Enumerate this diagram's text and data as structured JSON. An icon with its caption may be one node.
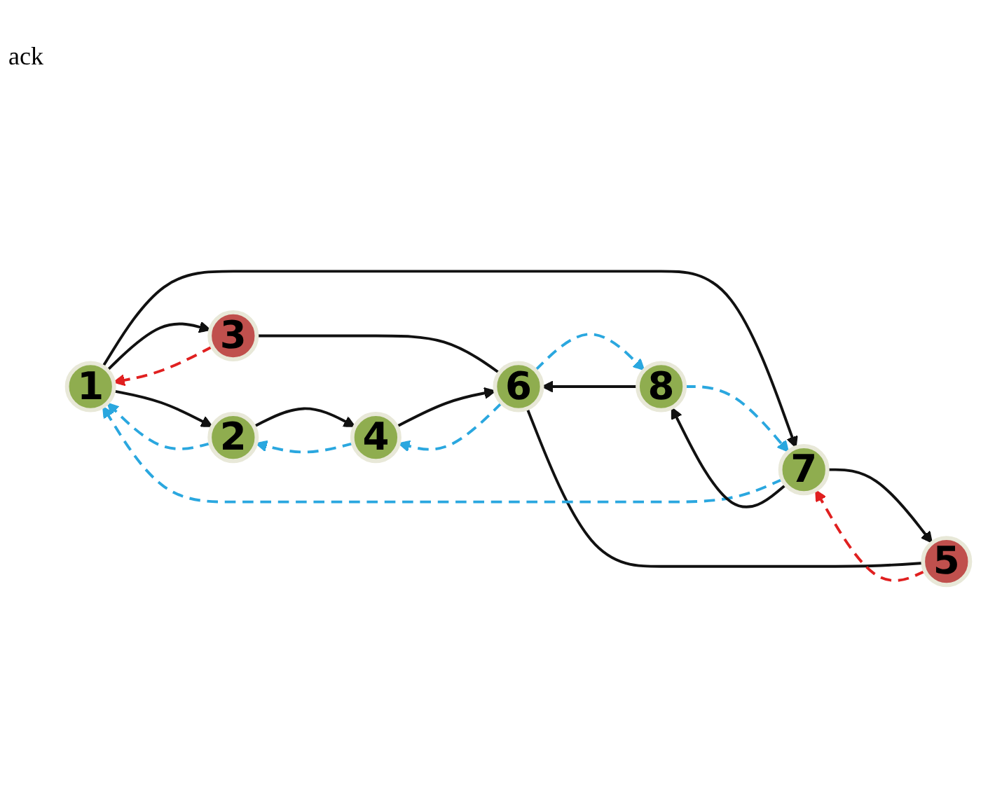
{
  "diagram": {
    "nodes": [
      {
        "text": [
          "1"
        ]
      },
      {
        "text": [
          "2"
        ]
      },
      {
        "text": [
          "3"
        ]
      },
      {
        "text": [
          "4"
        ]
      },
      {
        "text": [
          "5"
        ]
      },
      {
        "text": [
          "6"
        ]
      },
      {
        "text": [
          "7"
        ]
      },
      {
        "text": [
          "8"
        ]
      }
    ],
    "edges": [
      {
        "from": 0,
        "to": 1,
        "arrow": "to"
      },
      {
        "from": 1,
        "to": 0,
        "arrow": "to",
        "style": "dashed",
        "color": "#2aa7df"
      },
      {
        "from": 1,
        "to": 3,
        "arrow": "to"
      },
      {
        "from": 3,
        "to": 1,
        "arrow": "to",
        "style": "dashed",
        "color": "#2aa7df"
      },
      {
        "from": 0,
        "to": 2,
        "arrow": "to"
      },
      {
        "from": 2,
        "to": 0,
        "arrow": "to",
        "style": "dashed",
        "color": "#e02020"
      },
      {
        "from": 2,
        "to": 5,
        "arrow": "none"
      },
      {
        "from": 3,
        "to": 5,
        "arrow": "to"
      },
      {
        "from": 5,
        "to": 3,
        "arrow": "to",
        "style": "dashed",
        "color": "#2aa7df"
      },
      {
        "from": 4,
        "to": 5,
        "arrow": "none"
      },
      {
        "from": 0,
        "to": 6,
        "arrow": "to"
      },
      {
        "from": 6,
        "to": 0,
        "arrow": "to",
        "style": "dashed",
        "color": "#2aa7df"
      },
      {
        "from": 6,
        "to": 4,
        "arrow": "to"
      },
      {
        "from": 4,
        "to": 6,
        "arrow": "to",
        "style": "dashed",
        "color": "#e02020"
      },
      {
        "from": 6,
        "to": 7,
        "arrow": "to"
      },
      {
        "from": 7,
        "to": 6,
        "arrow": "to",
        "style": "dashed",
        "color": "#2aa7df"
      },
      {
        "from": 7,
        "to": 5,
        "arrow": "to"
      },
      {
        "from": 5,
        "to": 7,
        "arrow": "to",
        "style": "dashed",
        "color": "#2aa7df"
      }
    ],
    "labels": [
      "ack"
    ]
  }
}
